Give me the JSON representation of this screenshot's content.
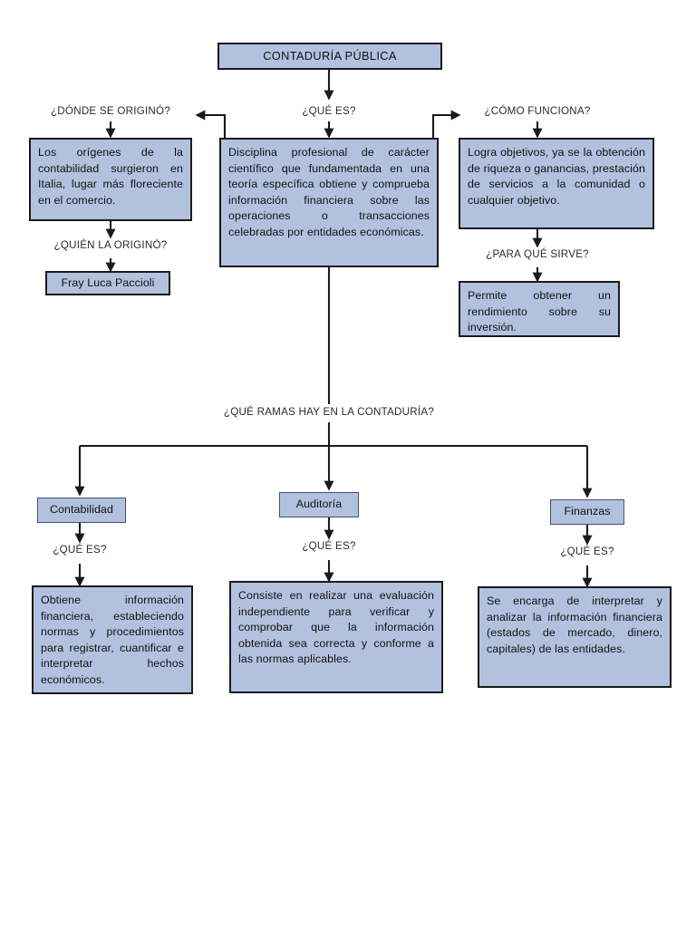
{
  "diagram": {
    "title": "CONTADURÍA PÚBLICA",
    "palette": {
      "box_fill": "#b2c2de",
      "box_border": "#1a1a1a",
      "connector": "#1a1a1a",
      "page_background": "#ffffff",
      "text": "#101010"
    },
    "root": {
      "label": "CONTADURÍA PÚBLICA"
    },
    "captions": {
      "que_es_root": "¿QUÉ ES?",
      "donde_se_origino": "¿DÓNDE SE ORIGINÓ?",
      "quien_la_origino": "¿QUIÉN LA ORIGINÓ?",
      "como_funciona": "¿CÓMO FUNCIONA?",
      "para_que_sirve": "¿PARA QUÉ SIRVE?",
      "que_ramas": "¿QUÉ RAMAS HAY EN LA CONTADURÍA?",
      "que_es_contabilidad": "¿QUÉ ES?",
      "que_es_auditoria": "¿QUÉ ES?",
      "que_es_finanzas": "¿QUÉ ES?"
    },
    "nodes": {
      "definicion": "Disciplina profesional de carácter científico que fundamentada en una teoría específica obtiene y comprueba información financiera sobre las operaciones o transacciones celebradas por entidades económicas.",
      "origen": "Los orígenes de la contabilidad surgieron en Italia, lugar más floreciente en el comercio.",
      "fundador": "Fray Luca Paccioli",
      "funcionamiento": "Logra objetivos, ya se la obtención de riqueza o ganancias, prestación de servicios a la comunidad o cualquier objetivo.",
      "utilidad": "Permite obtener un rendimiento sobre su inversión.",
      "rama_contabilidad": "Contabilidad",
      "rama_auditoria": "Auditoría",
      "rama_finanzas": "Finanzas",
      "def_contabilidad": "Obtiene información financiera, estableciendo normas y procedimientos para registrar, cuantificar e interpretar hechos económicos.",
      "def_auditoria": "Consiste en realizar una evaluación independiente para verificar y comprobar que la información obtenida sea correcta y conforme a las normas aplicables.",
      "def_finanzas": "Se encarga de interpretar y analizar la información financiera (estados de mercado, dinero, capitales) de las entidades."
    }
  }
}
